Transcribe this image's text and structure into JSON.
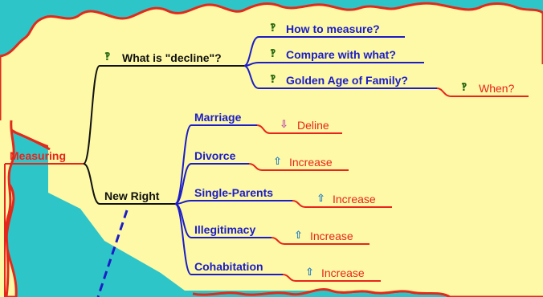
{
  "root": {
    "label": "Measuring"
  },
  "branches": [
    {
      "label": "What is \"decline\"?",
      "icon": "question-icon",
      "children": [
        {
          "label": "How to measure?",
          "icon": "question-icon"
        },
        {
          "label": "Compare with what?",
          "icon": "question-icon"
        },
        {
          "label": "Golden Age of Family?",
          "icon": "question-icon",
          "children": [
            {
              "label": "When?",
              "icon": "question-icon"
            }
          ]
        }
      ]
    },
    {
      "label": "New Right",
      "children": [
        {
          "label": "Marriage",
          "trend": {
            "label": "Deline",
            "icon": "down-arrow-icon"
          }
        },
        {
          "label": "Divorce",
          "trend": {
            "label": "Increase",
            "icon": "up-arrow-icon"
          }
        },
        {
          "label": "Single-Parents",
          "trend": {
            "label": "Increase",
            "icon": "up-arrow-icon"
          }
        },
        {
          "label": "Illegitimacy",
          "trend": {
            "label": "Increase",
            "icon": "up-arrow-icon"
          }
        },
        {
          "label": "Cohabitation",
          "trend": {
            "label": "Increase",
            "icon": "up-arrow-icon"
          }
        }
      ]
    }
  ],
  "colors": {
    "background": "#2ec5c9",
    "cloud_fill": "#fdf9a6",
    "cloud_border": "#e02a1c",
    "topic_blue": "#1c1cc8",
    "trend_red": "#e8241c",
    "question_green": "#2a6a12",
    "down_arrow": "#c04aa8",
    "up_arrow": "#1a78c8"
  }
}
